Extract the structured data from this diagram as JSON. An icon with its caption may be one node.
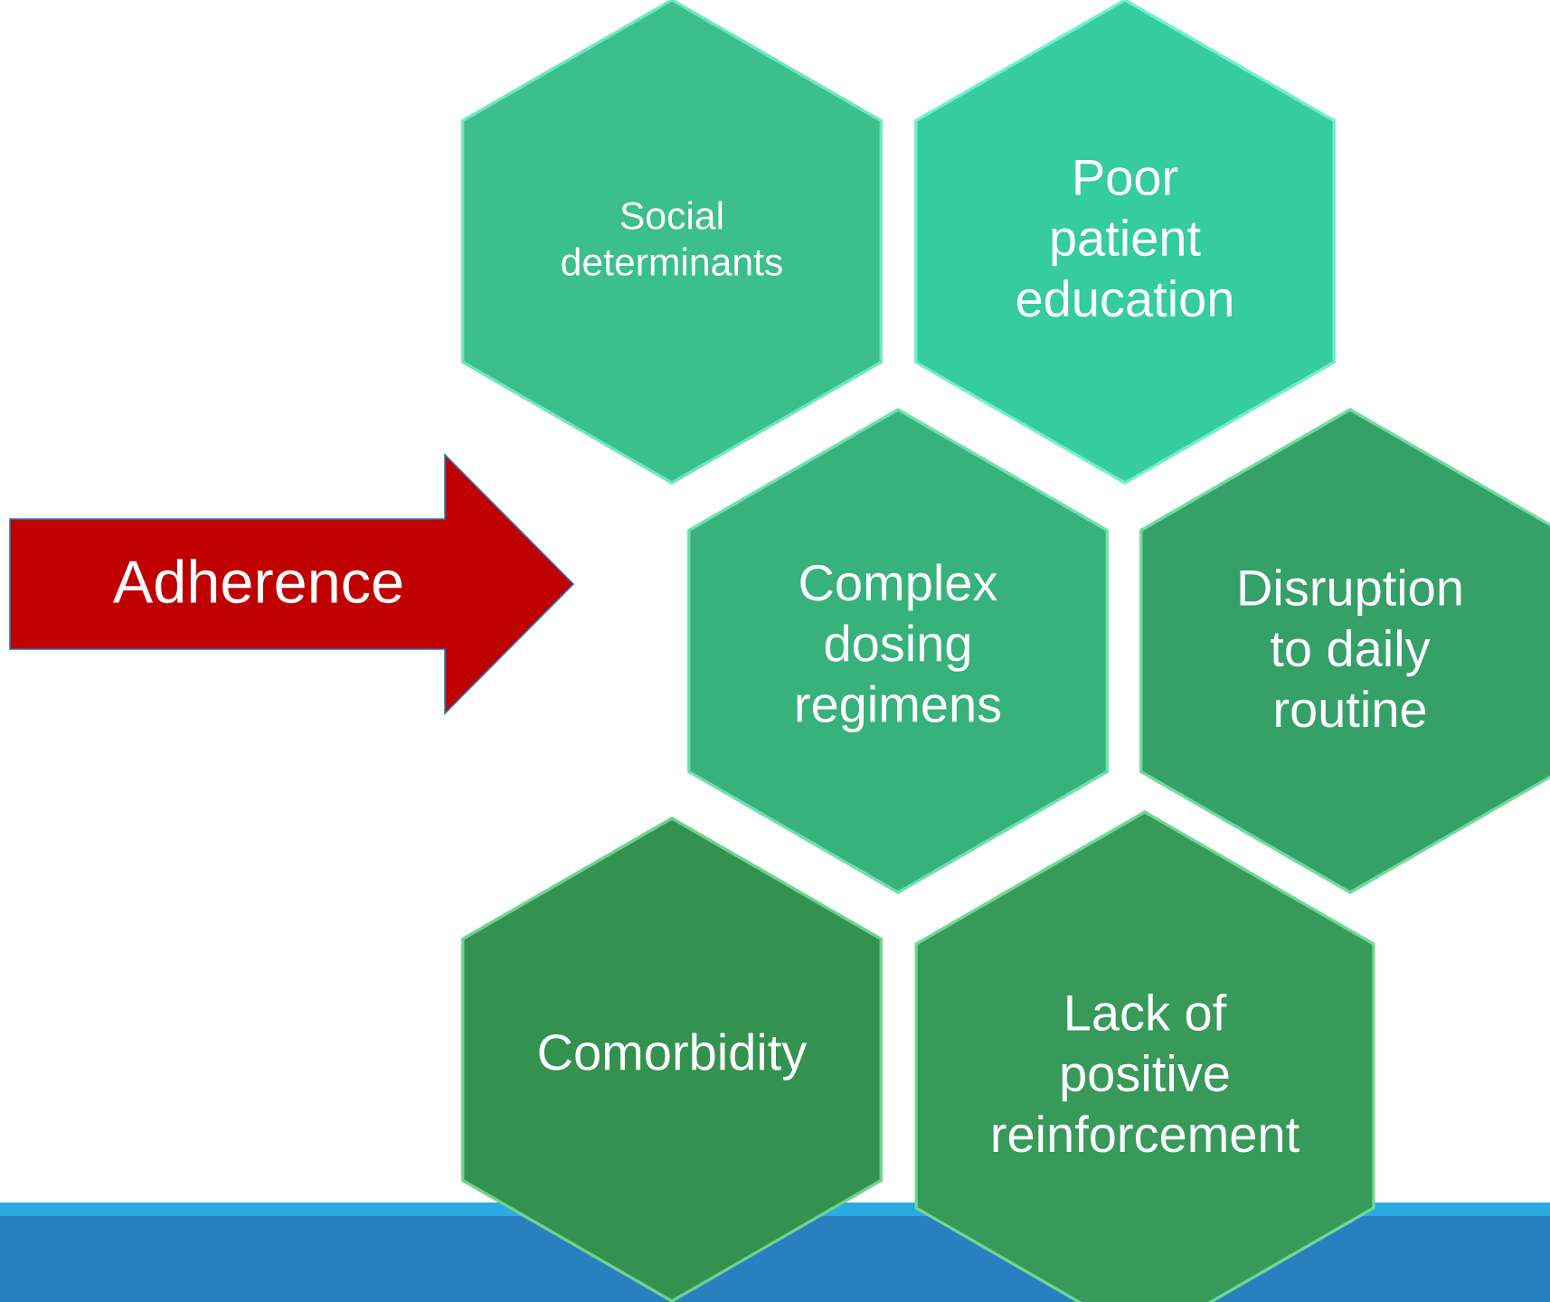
{
  "diagram": {
    "nodes": [
      {
        "text": [
          "Adherence"
        ]
      },
      {
        "text": [
          "Social determinants"
        ]
      },
      {
        "text": [
          "Poor patient education"
        ]
      },
      {
        "text": [
          "Complex dosing regimens"
        ]
      },
      {
        "text": [
          "Disruption to daily routine"
        ]
      },
      {
        "text": [
          "Comorbidity"
        ]
      },
      {
        "text": [
          "Lack of positive reinforcement"
        ]
      }
    ]
  }
}
